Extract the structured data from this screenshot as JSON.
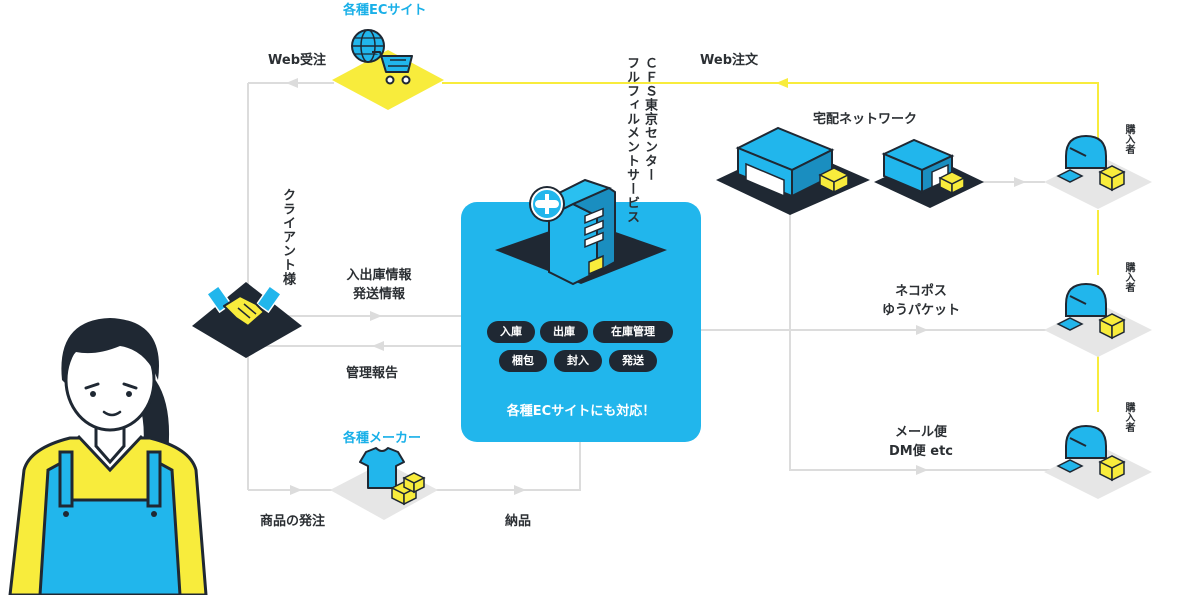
{
  "colors": {
    "accent_blue": "#21b6ec",
    "accent_yellow": "#f8ec3c",
    "dark": "#1f2833",
    "line_gray": "#dcdcdc",
    "label_blue": "#1ab0e8"
  },
  "ec_sites": {
    "title": "各種ECサイト"
  },
  "web_order_in": "Web受注",
  "web_order": "Web注文",
  "cfs_label": "ＣＦＳ東京センター\nフルフィルメントサービス",
  "cfs_line1": "ＣＦＳ東京センター",
  "cfs_line2": "フルフィルメントサービス",
  "client": "クライアント様",
  "info_flow": {
    "line1": "入出庫情報",
    "line2": "発送情報"
  },
  "report": "管理報告",
  "maker": {
    "title": "各種メーカー"
  },
  "product_order": "商品の発注",
  "delivery": "納品",
  "services": [
    "入庫",
    "出庫",
    "在庫管理",
    "梱包",
    "封入",
    "発送"
  ],
  "center_caption": "各種ECサイトにも対応！",
  "delivery_network": "宅配ネットワーク",
  "nekopos": {
    "line1": "ネコポス",
    "line2": "ゆうパケット"
  },
  "mail": {
    "line1": "メール便",
    "line2": "DM便 etc"
  },
  "buyers": [
    "購入者",
    "購入者",
    "購入者"
  ],
  "icons": [
    "globe-icon",
    "shopping-cart-icon",
    "handshake-icon",
    "tshirt-icon",
    "cardboard-box-icon",
    "warehouse-icon",
    "building-icon",
    "mailbox-icon",
    "arrow-icon"
  ]
}
